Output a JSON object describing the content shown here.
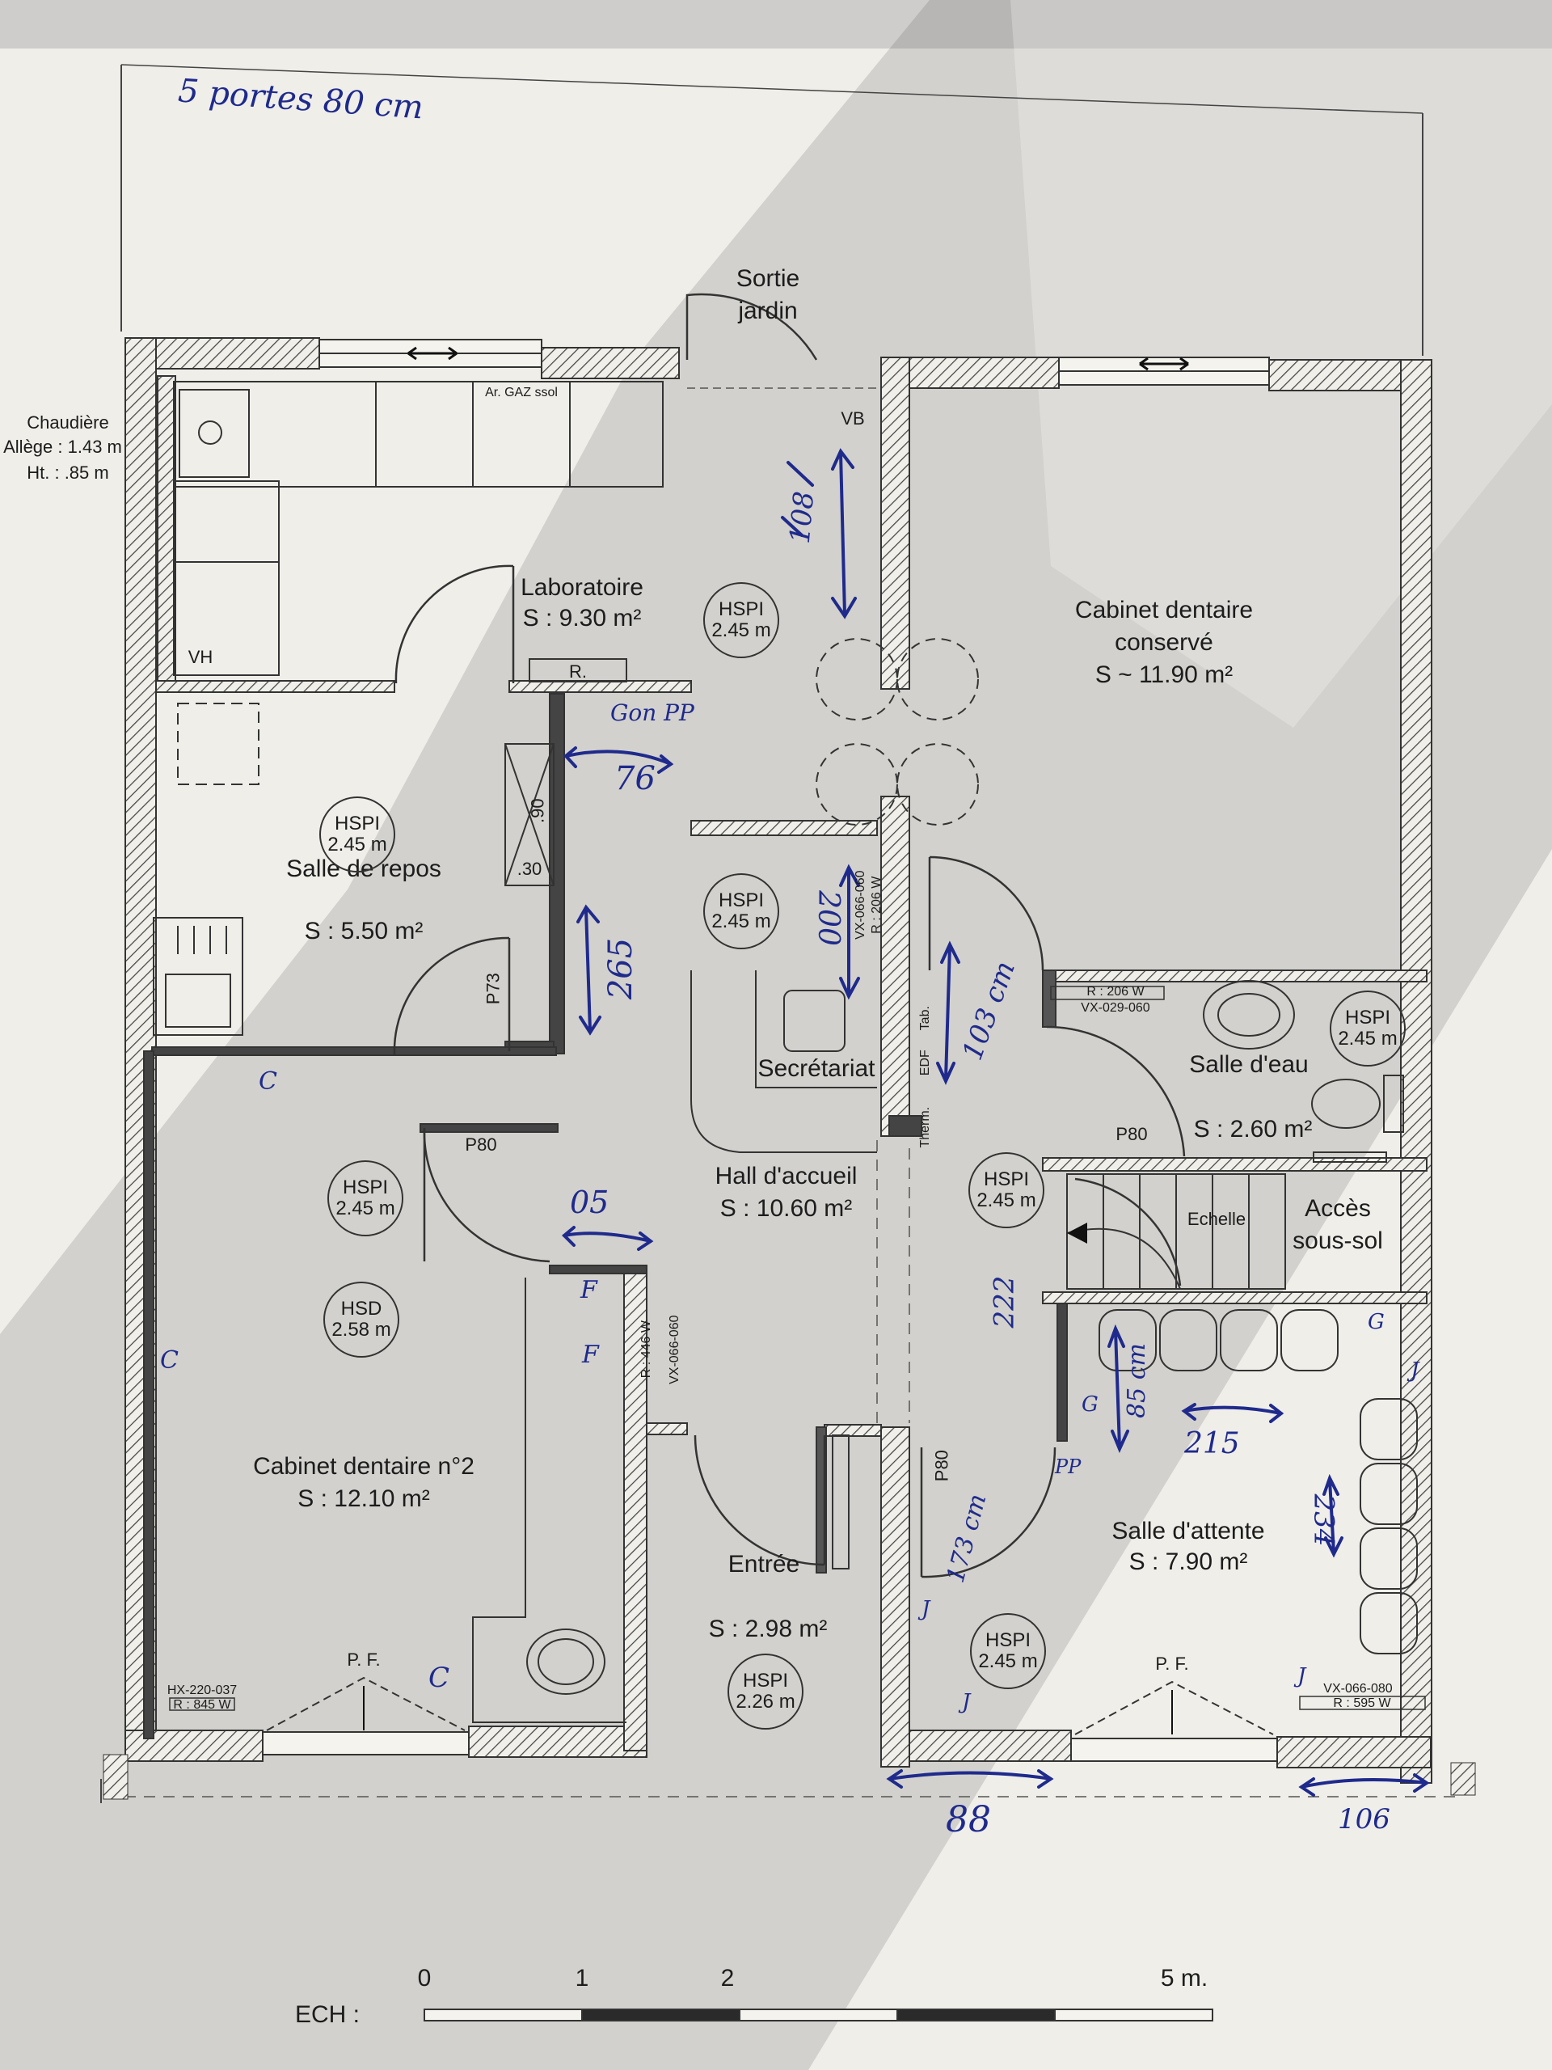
{
  "header_note": "5 portes 80 cm",
  "boiler": {
    "name": "Chaudière",
    "sill": "Allège : 1.43 m",
    "height": "Ht. : .85 m"
  },
  "exit": {
    "line1": "Sortie",
    "line2": "jardin"
  },
  "rooms": {
    "laboratoire": {
      "name": "Laboratoire",
      "area": "S : 9.30 m²"
    },
    "cabinet_conserve": {
      "line1": "Cabinet dentaire",
      "line2": "conservé",
      "area": "S ~ 11.90 m²"
    },
    "salle_repos": {
      "name": "Salle de repos",
      "area": "S : 5.50 m²"
    },
    "secretariat": {
      "name": "Secrétariat"
    },
    "hall": {
      "name": "Hall d'accueil",
      "area": "S : 10.60 m²"
    },
    "salle_eau": {
      "name": "Salle d'eau",
      "area": "S : 2.60 m²"
    },
    "acces": {
      "line1": "Accès",
      "line2": "sous-sol"
    },
    "cabinet2": {
      "name": "Cabinet dentaire n°2",
      "area": "S : 12.10 m²"
    },
    "entree": {
      "name": "Entrée",
      "area": "S : 2.98 m²"
    },
    "salle_attente": {
      "name": "Salle d'attente",
      "area": "S : 7.90 m²"
    }
  },
  "height_tags": [
    {
      "label": "HSPI",
      "value": "2.45 m"
    },
    {
      "label": "HSPI",
      "value": "2.45 m"
    },
    {
      "label": "HSPI",
      "value": "2.45 m"
    },
    {
      "label": "HSPI",
      "value": "2.45 m"
    },
    {
      "label": "HSPI",
      "value": "2.45 m"
    },
    {
      "label": "HSPI",
      "value": "2.45 m"
    },
    {
      "label": "HSD",
      "value": "2.58 m"
    },
    {
      "label": "HSPI",
      "value": "2.26 m"
    },
    {
      "label": "HSPI",
      "value": "2.45 m"
    }
  ],
  "plan_labels": {
    "gas": "Ar. GAZ ssol",
    "vb": "VB",
    "vh": "VH",
    "r": "R.",
    "p73": "P73",
    "p80_a": "P80",
    "p80_b": "P80",
    "p80_c": "P80",
    "echelle": "Echelle",
    "edf": "EDF",
    "tab": "Tab.",
    "therm": "Therm.",
    "pf_a": "P. F.",
    "pf_b": "P. F.",
    "d90": ".90",
    "d30": ".30",
    "rad_a_r": "R : 206 W",
    "rad_a_vx": "VX-029-060",
    "rad_b_r": "R : 446 W",
    "rad_b_vx": "VX-066-060",
    "rad_c_r": "R : 845 W",
    "rad_c_hx": "HX-220-037",
    "rad_d_r": "R : 595 W",
    "rad_d_vx": "VX-066-080",
    "rad_e_vx": "VX-066-060",
    "rad_e_r": "R : 206 W"
  },
  "handwritten": {
    "gonpp": "Gon PP",
    "d76": "76",
    "d265": "265",
    "d200": "200",
    "d103": "103 cm",
    "d05": "05",
    "d108": "108",
    "d222": "222",
    "d85": "85 cm",
    "d215": "215",
    "d234": "234",
    "d173": "173 cm",
    "d88": "88",
    "d106": "106",
    "pp": "PP",
    "c1": "C",
    "c2": "C",
    "c3": "C",
    "f1": "F",
    "f2": "F",
    "g1": "G",
    "g2": "G",
    "j1": "J",
    "j2": "J",
    "j3": "J",
    "j4": "J"
  },
  "scale": {
    "label": "ECH :",
    "ticks": [
      "0",
      "1",
      "2",
      "5 m."
    ]
  },
  "colors": {
    "ink": "#1f2a8c",
    "wall": "#555555",
    "paper": "#f2f1ec"
  }
}
